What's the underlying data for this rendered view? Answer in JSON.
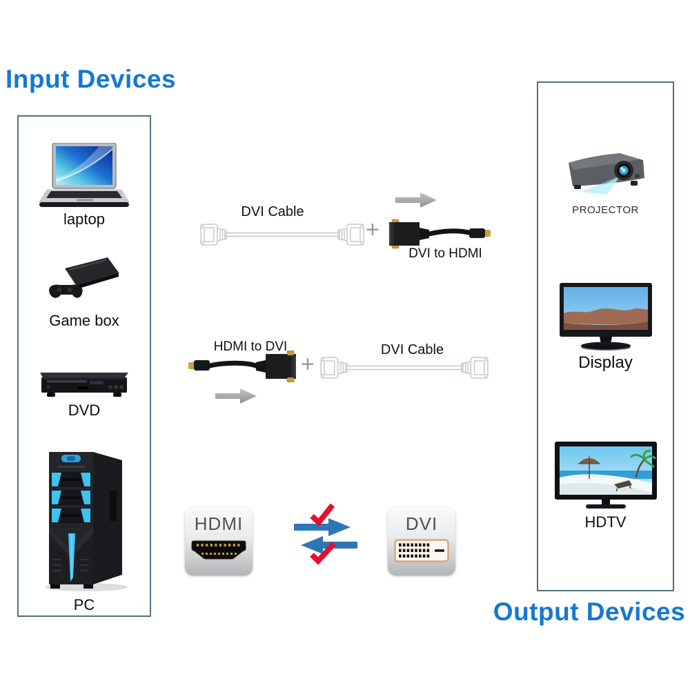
{
  "titles": {
    "input": "Input Devices",
    "output": "Output Devices"
  },
  "input_devices": {
    "items": [
      {
        "label": "laptop"
      },
      {
        "label": "Game box"
      },
      {
        "label": "DVD"
      },
      {
        "label": "PC"
      }
    ]
  },
  "output_devices": {
    "items": [
      {
        "label": "PROJECTOR"
      },
      {
        "label": "Display"
      },
      {
        "label": "HDTV"
      }
    ]
  },
  "flows": {
    "row1": {
      "cable": "DVI Cable",
      "plus": "+",
      "adapter": "DVI to HDMI"
    },
    "row2": {
      "adapter": "HDMI to DVI",
      "plus": "+",
      "cable": "DVI Cable"
    }
  },
  "connectors": {
    "hdmi": "HDMI",
    "dvi": "DVI"
  },
  "colors": {
    "title_blue": "#1478d2",
    "box_border": "#50707f",
    "arrow_gray": "#a7a9ab",
    "arrow_blue": "#2e75b6",
    "check_red": "#e60f2e",
    "gold": "#c9a23c"
  }
}
